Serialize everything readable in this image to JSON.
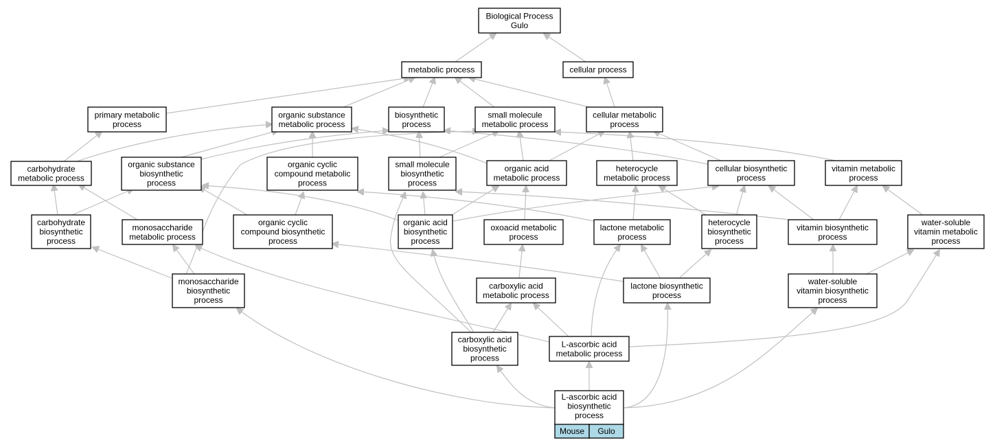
{
  "root_node": {
    "lines": [
      "Biological Process",
      "Gulo"
    ]
  },
  "nodes": {
    "metabolic": {
      "lines": [
        "metabolic process"
      ]
    },
    "cellular": {
      "lines": [
        "cellular process"
      ]
    },
    "primary_metabolic": {
      "lines": [
        "primary metabolic",
        "process"
      ]
    },
    "organic_substance_metabolic": {
      "lines": [
        "organic substance",
        "metabolic process"
      ]
    },
    "biosynthetic": {
      "lines": [
        "biosynthetic",
        "process"
      ]
    },
    "small_molecule_metabolic": {
      "lines": [
        "small molecule",
        "metabolic process"
      ]
    },
    "cellular_metabolic": {
      "lines": [
        "cellular metabolic",
        "process"
      ]
    },
    "carbohydrate_metabolic": {
      "lines": [
        "carbohydrate",
        "metabolic process"
      ]
    },
    "organic_substance_biosynthetic": {
      "lines": [
        "organic substance",
        "biosynthetic",
        "process"
      ]
    },
    "organic_cyclic_compound_metabolic": {
      "lines": [
        "organic cyclic",
        "compound metabolic",
        "process"
      ]
    },
    "small_molecule_biosynthetic": {
      "lines": [
        "small molecule",
        "biosynthetic",
        "process"
      ]
    },
    "organic_acid_metabolic": {
      "lines": [
        "organic acid",
        "metabolic process"
      ]
    },
    "heterocycle_metabolic": {
      "lines": [
        "heterocycle",
        "metabolic process"
      ]
    },
    "cellular_biosynthetic": {
      "lines": [
        "cellular biosynthetic",
        "process"
      ]
    },
    "vitamin_metabolic": {
      "lines": [
        "vitamin metabolic",
        "process"
      ]
    },
    "carbohydrate_biosynthetic": {
      "lines": [
        "carbohydrate",
        "biosynthetic",
        "process"
      ]
    },
    "monosaccharide_metabolic": {
      "lines": [
        "monosaccharide",
        "metabolic process"
      ]
    },
    "organic_cyclic_compound_biosynthetic": {
      "lines": [
        "organic cyclic",
        "compound biosynthetic",
        "process"
      ]
    },
    "organic_acid_biosynthetic": {
      "lines": [
        "organic acid",
        "biosynthetic",
        "process"
      ]
    },
    "oxoacid_metabolic": {
      "lines": [
        "oxoacid metabolic",
        "process"
      ]
    },
    "lactone_metabolic": {
      "lines": [
        "lactone metabolic",
        "process"
      ]
    },
    "heterocycle_biosynthetic": {
      "lines": [
        "heterocycle",
        "biosynthetic",
        "process"
      ]
    },
    "vitamin_biosynthetic": {
      "lines": [
        "vitamin biosynthetic",
        "process"
      ]
    },
    "water_soluble_vitamin_metabolic": {
      "lines": [
        "water-soluble",
        "vitamin metabolic",
        "process"
      ]
    },
    "monosaccharide_biosynthetic": {
      "lines": [
        "monosaccharide",
        "biosynthetic",
        "process"
      ]
    },
    "carboxylic_acid_metabolic": {
      "lines": [
        "carboxylic acid",
        "metabolic process"
      ]
    },
    "lactone_biosynthetic": {
      "lines": [
        "lactone biosynthetic",
        "process"
      ]
    },
    "water_soluble_vitamin_biosynthetic": {
      "lines": [
        "water-soluble",
        "vitamin biosynthetic",
        "process"
      ]
    },
    "carboxylic_acid_biosynthetic": {
      "lines": [
        "carboxylic acid",
        "biosynthetic",
        "process"
      ]
    },
    "l_ascorbic_acid_metabolic": {
      "lines": [
        "L-ascorbic acid",
        "metabolic process"
      ]
    }
  },
  "query_node": {
    "lines": [
      "L-ascorbic acid",
      "biosynthetic",
      "process"
    ],
    "annotations": [
      "Mouse",
      "Gulo"
    ],
    "annotation_fill": "#add8e6"
  },
  "colors": {
    "edge": "#c0c0c0",
    "node_border": "#000000",
    "node_fill": "#ffffff"
  }
}
